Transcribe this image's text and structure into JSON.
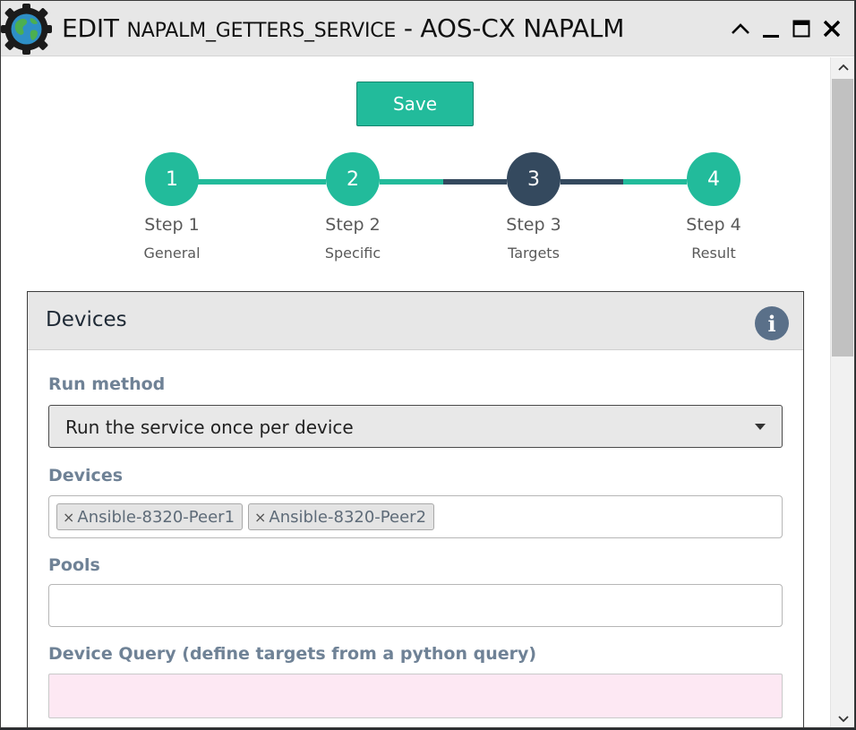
{
  "window": {
    "title_prefix": "EDIT",
    "title_service": "NAPALM_GETTERS_SERVICE",
    "title_suffix": "- AOS-CX NAPALM",
    "logo_icon": "globe-gear-logo",
    "controls": [
      "collapse-icon",
      "minimize-icon",
      "maximize-icon",
      "close-icon"
    ]
  },
  "toolbar": {
    "save_label": "Save"
  },
  "steps": [
    {
      "number": "1",
      "title": "Step 1",
      "subtitle": "General",
      "state": "done"
    },
    {
      "number": "2",
      "title": "Step 2",
      "subtitle": "Specific",
      "state": "done"
    },
    {
      "number": "3",
      "title": "Step 3",
      "subtitle": "Targets",
      "state": "active"
    },
    {
      "number": "4",
      "title": "Step 4",
      "subtitle": "Result",
      "state": "todo"
    }
  ],
  "colors": {
    "accent": "#22bb9b",
    "active_step": "#34495e",
    "label": "#6f8296",
    "query_bg": "#fde8f3"
  },
  "panel": {
    "title": "Devices",
    "info_icon": "info-icon",
    "run_method": {
      "label": "Run method",
      "value": "Run the service once per device"
    },
    "devices": {
      "label": "Devices",
      "tags": [
        "Ansible-8320-Peer1",
        "Ansible-8320-Peer2"
      ]
    },
    "pools": {
      "label": "Pools",
      "value": ""
    },
    "device_query": {
      "label": "Device Query (define targets from a python query)",
      "value": ""
    }
  }
}
